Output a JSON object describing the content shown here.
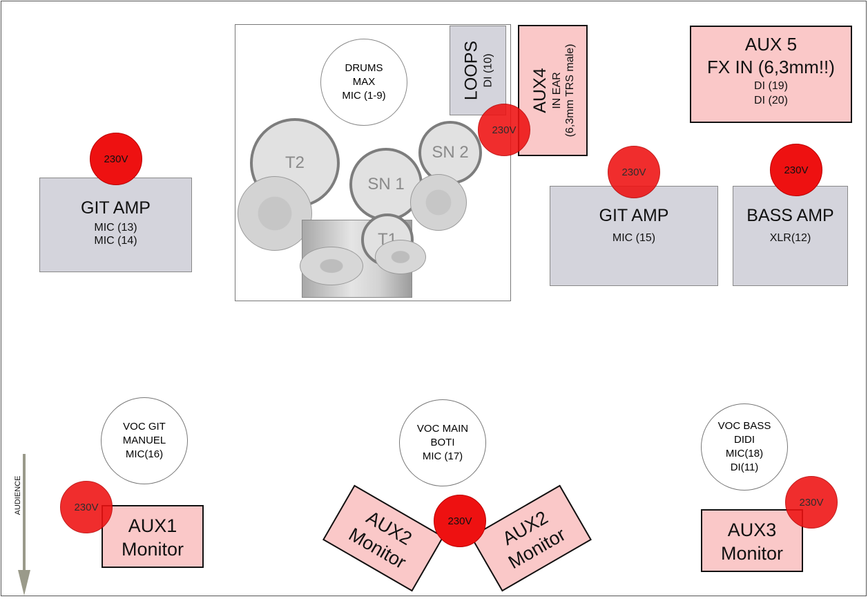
{
  "drums": {
    "label_1": "DRUMS",
    "label_2": "MAX",
    "label_3": "MIC (1-9)",
    "t2": "T2",
    "sn1": "SN 1",
    "sn2": "SN 2",
    "t1": "T1"
  },
  "loops": {
    "title": "LOOPS",
    "sub": "DI (10)"
  },
  "aux4": {
    "title": "AUX4",
    "line2": "IN EAR",
    "line3": "(6,3mm TRS male)"
  },
  "aux5": {
    "title": "AUX 5",
    "line2": "FX IN (6,3mm!!)",
    "line3": "DI (19)",
    "line4": "DI (20)"
  },
  "git_amp_left": {
    "title": "GIT AMP",
    "line2": "MIC  (13)",
    "line3": "MIC  (14)"
  },
  "git_amp_right": {
    "title": "GIT AMP",
    "line2": "MIC (15)"
  },
  "bass_amp": {
    "title": "BASS AMP",
    "line2": "XLR(12)"
  },
  "voc_git": {
    "line1": "VOC GIT",
    "line2": "MANUEL",
    "line3": "MIC(16)"
  },
  "voc_main": {
    "line1": "VOC MAIN",
    "line2": "BOTI",
    "line3": "MIC (17)"
  },
  "voc_bass": {
    "line1": "VOC BASS",
    "line2": "DIDI",
    "line3": "MIC(18)",
    "line4": "DI(11)"
  },
  "aux1": {
    "line1": "AUX1",
    "line2": "Monitor"
  },
  "aux2_left": {
    "line1": "AUX2",
    "line2": "Monitor"
  },
  "aux2_right": {
    "line1": "AUX2",
    "line2": "Monitor"
  },
  "aux3": {
    "line1": "AUX3",
    "line2": "Monitor"
  },
  "power": {
    "label": "230V",
    "color": "#ee1111"
  },
  "audience": {
    "label": "AUDIENCE"
  },
  "colors": {
    "amp_box": "#d4d4dc",
    "monitor_box": "#fac8c8",
    "drum_shell": "#e1e1e1"
  }
}
